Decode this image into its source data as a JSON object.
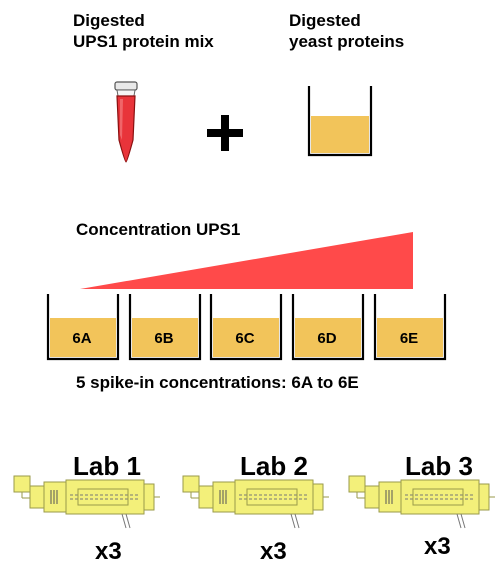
{
  "sources": {
    "ups1_label_line1": "Digested",
    "ups1_label_line2": "UPS1 protein mix",
    "yeast_label_line1": "Digested",
    "yeast_label_line2": "yeast proteins",
    "plus_sign": "+"
  },
  "gradient": {
    "title": "Concentration UPS1"
  },
  "wells": [
    {
      "label": "6A"
    },
    {
      "label": "6B"
    },
    {
      "label": "6C"
    },
    {
      "label": "6D"
    },
    {
      "label": "6E"
    }
  ],
  "wells_caption": "5 spike-in concentrations: 6A to 6E",
  "labs": [
    {
      "name": "Lab 1",
      "replicates": "x3"
    },
    {
      "name": "Lab 2",
      "replicates": "x3"
    },
    {
      "name": "Lab 3",
      "replicates": "x3"
    }
  ],
  "colors": {
    "tube_red": "#e8343a",
    "triangle_red": "#ff4a4a",
    "liquid_yellow": "#f2c45a",
    "instrument_yellow": "#f3f07a",
    "instrument_outline": "#9a9a4a"
  }
}
